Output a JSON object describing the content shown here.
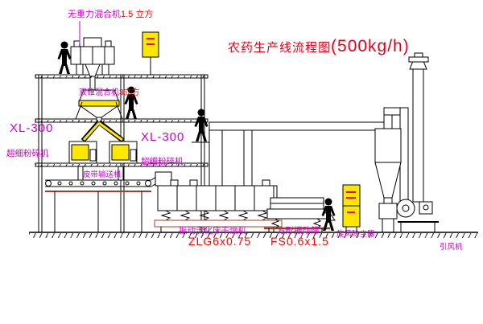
{
  "title": {
    "name": "农药生产线流程图",
    "capacity": "(500kg/h)"
  },
  "equipment_labels": {
    "top_mixer": {
      "name": "无重力混合机",
      "spec": "1.5 立方"
    },
    "cone_mixer": {
      "name": "双锥混合机",
      "spec": "3立方"
    },
    "mill_left": {
      "model": "XL-300",
      "name": "超细粉碎机"
    },
    "mill_center": {
      "model": "XL-300",
      "name": "超细粉碎机"
    },
    "belt_conveyor": {
      "name": "皮带输送机"
    },
    "fluid_bed_dryer": {
      "name": "振动流化床干燥机",
      "model": "ZLG6x0.75"
    },
    "vibrating_sieve": {
      "name": "方形振动筛",
      "model": "FS0.6x1.5"
    },
    "cyclone": {
      "name": "旋风除尘器"
    },
    "draft_fan": {
      "name": "引风机"
    }
  },
  "colors": {
    "label_magenta": "#cc00cc",
    "spec_red": "#ff0000",
    "title_red": "#e8001a",
    "equipment_yellow": "#ffe800",
    "base_brown": "#a04028",
    "line_black": "#000000"
  }
}
